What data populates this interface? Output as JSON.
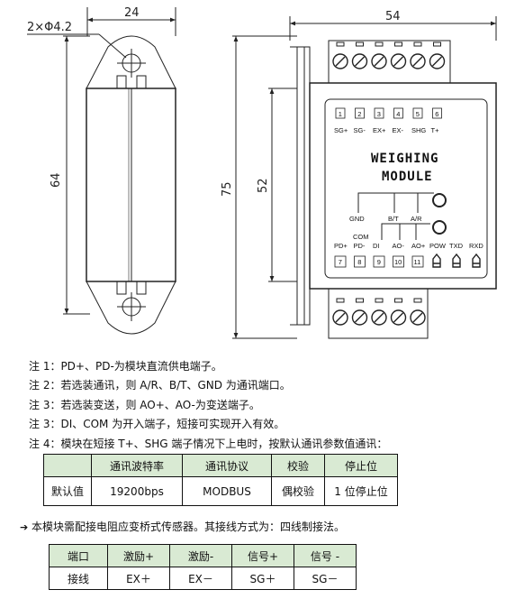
{
  "dimensions": {
    "hole_callout": "2×Φ4.2",
    "top_width": "24",
    "total_height": "64",
    "side_width": "54",
    "side_height": "75",
    "inner_height": "52"
  },
  "module": {
    "title_line1": "WEIGHING",
    "title_line2": "MODULE",
    "top_terminals": [
      {
        "num": "1",
        "label": "SG+"
      },
      {
        "num": "2",
        "label": "SG-"
      },
      {
        "num": "3",
        "label": "EX+"
      },
      {
        "num": "4",
        "label": "EX-"
      },
      {
        "num": "5",
        "label": "SHG"
      },
      {
        "num": "6",
        "label": "T+"
      }
    ],
    "bottom_terminals": [
      {
        "num": "7",
        "label": "PD+"
      },
      {
        "num": "8",
        "label": "PD-"
      },
      {
        "num": "9",
        "label": "DI"
      },
      {
        "num": "10",
        "label": "AO-"
      },
      {
        "num": "11",
        "label": "AO+"
      }
    ],
    "mid_labels": {
      "gnd": "GND",
      "bt": "B/T",
      "ar": "A/R",
      "com": "COM"
    },
    "leds": [
      "POW",
      "TXD",
      "RXD"
    ]
  },
  "notes": [
    "注 1：PD+、PD-为模块直流供电端子。",
    "注 2：若选装通讯，则 A/R、B/T、GND 为通讯端口。",
    "注 3：若选装变送，则 AO+、AO-为变送端子。",
    "注 3：DI、COM 为开入端子，短接可实现开入有效。",
    "注 4：模块在短接 T+、SHG 端子情况下上电时，按默认通讯参数值通讯："
  ],
  "comm_table": {
    "header": [
      "",
      "通讯波特率",
      "通讯协议",
      "校验",
      "停止位"
    ],
    "row": [
      "默认值",
      "19200bps",
      "MODBUS",
      "偶校验",
      "1 位停止位"
    ]
  },
  "wiring_note": "本模块需配接电阻应变桥式传感器。其接线方式为：四线制接法。",
  "wiring_table": {
    "header": [
      "端口",
      "激励+",
      "激励-",
      "信号+",
      "信号 -"
    ],
    "row": [
      "接线",
      "EX＋",
      "EX－",
      "SG＋",
      "SG－"
    ]
  }
}
